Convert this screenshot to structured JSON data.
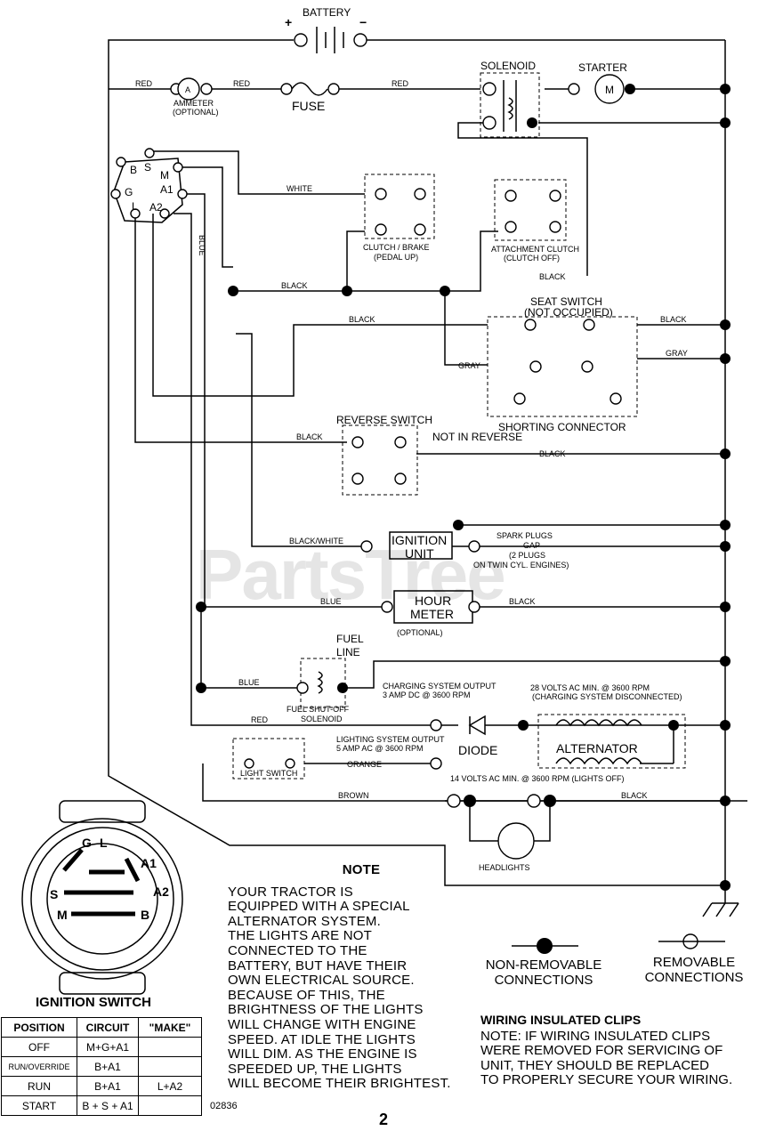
{
  "components": {
    "battery": "BATTERY",
    "solenoid": "SOLENOID",
    "starter": "STARTER",
    "starter_symbol": "M",
    "ammeter_symbol": "A",
    "ammeter": "AMMETER",
    "ammeter_optional": "(OPTIONAL)",
    "fuse": "FUSE",
    "clutch_brake": "CLUTCH / BRAKE",
    "clutch_brake_sub": "(PEDAL UP)",
    "attachment_clutch": "ATTACHMENT CLUTCH",
    "attachment_clutch_sub": "(CLUTCH OFF)",
    "seat_switch": "SEAT SWITCH",
    "seat_switch_sub": "(NOT OCCUPIED)",
    "shorting_connector": "SHORTING CONNECTOR",
    "reverse_switch": "REVERSE SWITCH",
    "not_in_reverse": "NOT IN REVERSE",
    "ignition_unit_1": "IGNITION",
    "ignition_unit_2": "UNIT",
    "spark_plugs_1": "SPARK PLUGS",
    "spark_plugs_2": "GAP",
    "spark_plugs_3": "(2 PLUGS",
    "spark_plugs_4": "ON TWIN CYL. ENGINES)",
    "hour_meter_1": "HOUR",
    "hour_meter_2": "METER",
    "hour_meter_optional": "(OPTIONAL)",
    "fuel_line_1": "FUEL",
    "fuel_line_2": "LINE",
    "fuel_solenoid_1": "FUEL SHUT-OFF",
    "fuel_solenoid_2": "SOLENOID",
    "charging_output_1": "CHARGING SYSTEM OUTPUT",
    "charging_output_2": "3 AMP DC @ 3600 RPM",
    "volts28_1": "28 VOLTS AC MIN. @ 3600 RPM",
    "volts28_2": "(CHARGING SYSTEM DISCONNECTED)",
    "diode": "DIODE",
    "alternator": "ALTERNATOR",
    "lighting_output_1": "LIGHTING SYSTEM OUTPUT",
    "lighting_output_2": "5 AMP AC @ 3600 RPM",
    "volts14": "14 VOLTS AC MIN. @ 3600 RPM (LIGHTS OFF)",
    "light_switch": "LIGHT SWITCH",
    "headlights": "HEADLIGHTS"
  },
  "wires": {
    "red": "RED",
    "white": "WHITE",
    "black": "BLACK",
    "blue": "BLUE",
    "gray": "GRAY",
    "black_white": "BLACK/WHITE",
    "orange": "ORANGE",
    "brown": "BROWN"
  },
  "ignition_terminals": [
    "B",
    "S",
    "M",
    "G",
    "A1",
    "L",
    "A2"
  ],
  "ignition_diagram_labels": [
    "G",
    "L",
    "A1",
    "S",
    "A2",
    "M",
    "B"
  ],
  "watermark": "PartsTree",
  "note": {
    "title": "NOTE",
    "lines": [
      "YOUR TRACTOR IS",
      "EQUIPPED WITH A SPECIAL",
      "ALTERNATOR SYSTEM.",
      "THE LIGHTS ARE NOT",
      "CONNECTED TO THE",
      "BATTERY, BUT HAVE THEIR",
      "OWN ELECTRICAL SOURCE.",
      "BECAUSE OF THIS, THE",
      "BRIGHTNESS OF THE LIGHTS",
      "WILL CHANGE WITH ENGINE",
      "SPEED.  AT IDLE THE LIGHTS",
      "WILL DIM.  AS THE ENGINE IS",
      "SPEEDED UP, THE LIGHTS",
      "WILL BECOME THEIR BRIGHTEST."
    ]
  },
  "legend": {
    "non_removable_1": "NON-REMOVABLE",
    "non_removable_2": "CONNECTIONS",
    "removable_1": "REMOVABLE",
    "removable_2": "CONNECTIONS"
  },
  "clips": {
    "title": "WIRING INSULATED CLIPS",
    "lines": [
      "NOTE: IF WIRING INSULATED CLIPS",
      "WERE REMOVED FOR SERVICING OF",
      "UNIT, THEY SHOULD BE REPLACED",
      "TO PROPERLY SECURE YOUR WIRING."
    ]
  },
  "ignition_switch": {
    "title": "IGNITION SWITCH",
    "headers": [
      "POSITION",
      "CIRCUIT",
      "\"MAKE\""
    ],
    "rows": [
      {
        "position": "OFF",
        "circuit": "M+G+A1",
        "make": ""
      },
      {
        "position": "RUN/OVERRIDE",
        "circuit": "B+A1",
        "make": ""
      },
      {
        "position": "RUN",
        "circuit": "B+A1",
        "make": "L+A2"
      },
      {
        "position": "START",
        "circuit": "B + S + A1",
        "make": ""
      }
    ]
  },
  "drawing_code": "02836",
  "page_number": "2"
}
